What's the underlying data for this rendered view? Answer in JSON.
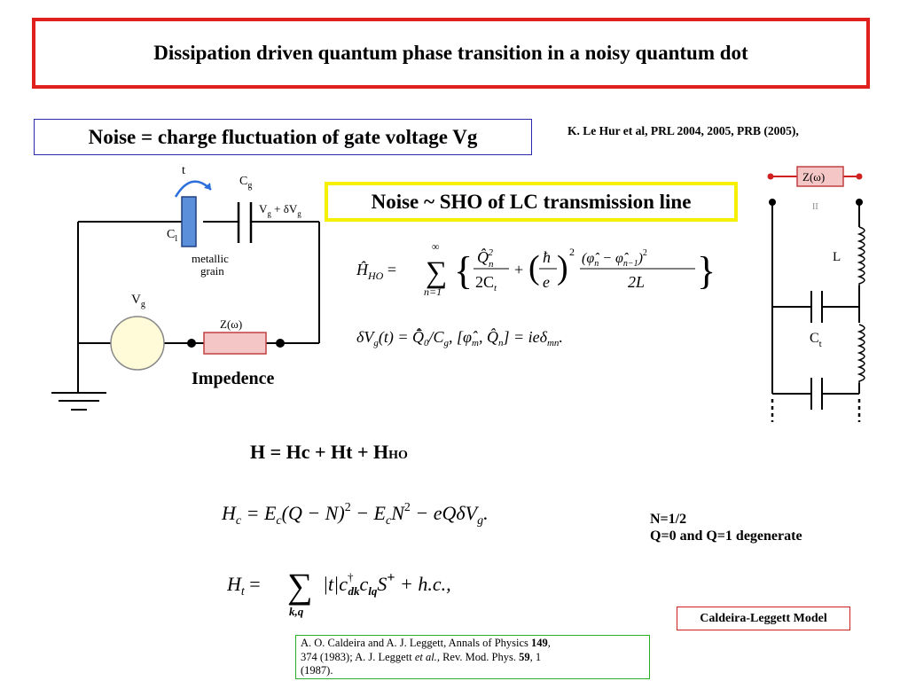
{
  "slide": {
    "title": "Dissipation driven quantum phase transition in a noisy quantum dot",
    "noise_charge": "Noise = charge fluctuation of gate voltage Vg",
    "references": "K. Le Hur et al, PRL 2004, 2005, PRB (2005),",
    "noise_sho": "Noise ~ SHO of LC transmission line",
    "impedence_label": "Impedence",
    "h_total_main": "H = Hc + Ht + H",
    "h_total_sub": "HO",
    "n_half": "N=1/2",
    "degenerate": "Q=0 and Q=1 degenerate",
    "caldeira_model": "Caldeira-Leggett Model",
    "citation": {
      "line1_a": "A. O. Caldeira and A. J. Leggett, Annals of Physics ",
      "line1_vol": "149",
      "line2_a": "374 (1983); A. J. Leggett ",
      "line2_etal": "et al.",
      "line2_b": ", Rev. Mod. Phys. ",
      "line2_vol": "59",
      "line2_c": ", 1",
      "line3": "(1987)."
    }
  },
  "left_circuit": {
    "t_label": "t",
    "cg_label": "C",
    "cg_sub": "g",
    "vg_dvg_label": "V",
    "vg_dvg_sub": "g",
    "vg_dvg_rest": " + δV",
    "vg_dvg_sub2": "g",
    "c1_label": "C",
    "c1_sub": "l",
    "grain_line1": "metallic",
    "grain_line2": "grain",
    "vg_label": "V",
    "vg_sub": "g",
    "z_label": "Z(ω)"
  },
  "right_circuit": {
    "z_label": "Z(ω)",
    "equals": "II",
    "l_label": "L",
    "ct_label": "C",
    "ct_sub": "t"
  },
  "equations": {
    "h_ho_lhs": "Ĥ",
    "h_ho_lhs_sub": "HO",
    "sum_top": "∞",
    "sum_bottom": "n=1",
    "q_hat": "Q̂",
    "q_sub": "n",
    "q_sup": "2",
    "two_ct": "2C",
    "ct_sub": "t",
    "hbar": "ħ",
    "e": "e",
    "phi_diff": "(φ̂",
    "phi_sub_n": "n",
    "minus_phi": " − φ̂",
    "phi_sub_n1": "n−1",
    "close_sq": ")",
    "two": "2",
    "two_l": "2L",
    "dv_eq": "δV",
    "dv_sub": "g",
    "dv_rest": "(t) = Q̄̂",
    "q0_sub": "0",
    "slash_cg": "/C",
    "cg_sub": "g",
    "comm": ",    [φ̂",
    "comm_m": "m",
    "comm_q": ", Q̂",
    "comm_n": "n",
    "comm_rest": "] = ieδ",
    "delta_sub": "mn",
    "period": ".",
    "hc_lhs": "H",
    "hc_sub": "c",
    "hc_rhs_a": " = E",
    "ec_sub": "c",
    "hc_rhs_b": "(Q − N)",
    "hc_sup": "2",
    "hc_rhs_c": " − E",
    "ec_sub2": "c",
    "hc_rhs_d": "N",
    "hc_sup2": "2",
    "hc_rhs_e": " − eQδV",
    "vg_sub": "g",
    "hc_end": ".",
    "ht_lhs": "H",
    "ht_sub": "t",
    "ht_eq": " = ",
    "ht_sum_under": "k,q",
    "ht_rhs_a": "|t|c",
    "c_dag": "†",
    "c_dk": "dk",
    "c_lq": "c",
    "c_lq_sub": "lq",
    "s_plus": "S",
    "s_sup": "+",
    "ht_rhs_b": " + h.c.,"
  },
  "colors": {
    "title_border": "#e0201c",
    "noise_box_border": "#2a2ab0",
    "sho_box_border": "#f6f000",
    "capacitor_fill": "#5b8fd9",
    "source_fill": "#fffbd8",
    "impedance_fill": "#f5c6c6",
    "citation_border": "#28b028"
  }
}
